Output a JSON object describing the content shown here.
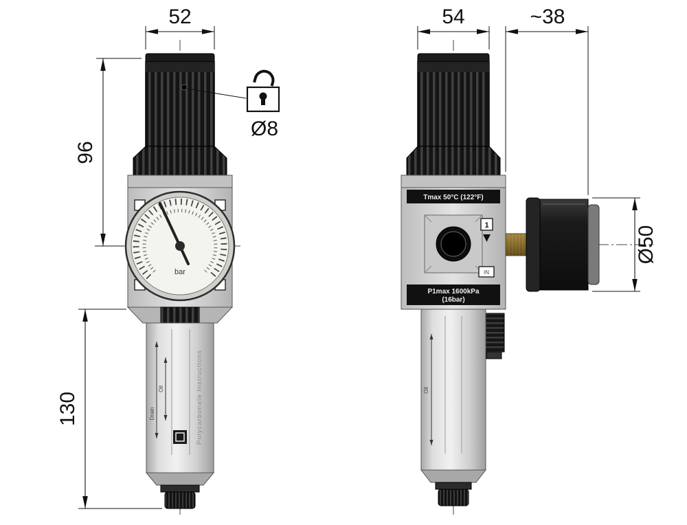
{
  "drawing": {
    "type": "technical-dimension-drawing",
    "subject": "pneumatic filter-regulator with pressure gauge, front and side views"
  },
  "front_view": {
    "dim_knob_width": "52",
    "dim_upper_height": "96",
    "dim_lower_height": "130",
    "dim_lock_hole": "Ø8",
    "gauge_unit": "bar",
    "bowl_side_text": "Polycarbonate Instructions",
    "bowl_level_label_oil": "Oil",
    "bowl_level_label_drain": "Drain"
  },
  "side_view": {
    "dim_knob_width": "54",
    "dim_gauge_depth": "~38",
    "dim_gauge_diameter": "Ø50",
    "body_label_tmax": "Tmax 50°C (122°F)",
    "body_label_pmax_line1": "P1max 1600kPa",
    "body_label_pmax_line2": "(16bar)",
    "port_number_label": "1",
    "port_in_label": "IN",
    "bowl_level_label_oil": "Oil"
  },
  "icons": {
    "lock": "open-padlock-icon"
  },
  "colors": {
    "line": "#111111",
    "centerline": "#444444",
    "body_grey": "#d8d8d8",
    "bowl_grey": "#cfcfcf",
    "black_part": "#161616",
    "brass": "#b08d3f",
    "gauge_face": "#f4f4ef",
    "label_band": "#111111"
  }
}
